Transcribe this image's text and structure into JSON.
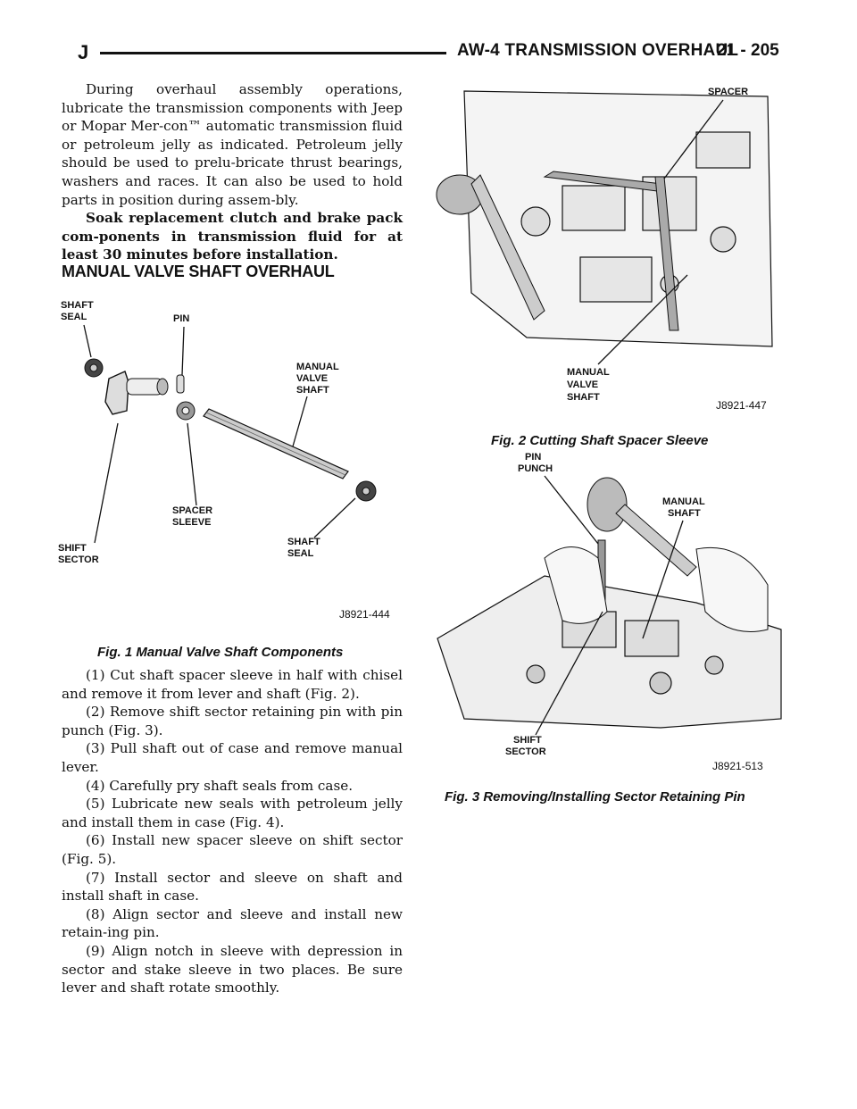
{
  "header": {
    "letter": "J",
    "title": "AW-4 TRANSMISSION OVERHAUL",
    "page": "21 - 205"
  },
  "intro": {
    "paragraph": "During overhaul assembly operations, lubricate the transmission components with Jeep or Mopar Mer-con™ automatic transmission fluid or petroleum jelly as indicated. Petroleum jelly should be used to prelu-bricate thrust bearings, washers and races. It can also be used to hold parts in position during assem-bly.",
    "bold_note": "Soak replacement clutch and brake pack com-ponents in transmission fluid for at least 30 minutes before installation."
  },
  "section_title": "MANUAL VALVE SHAFT OVERHAUL",
  "fig1": {
    "labels": {
      "shaft_seal_top_1": "SHAFT",
      "shaft_seal_top_2": "SEAL",
      "pin": "PIN",
      "manual_1": "MANUAL",
      "manual_2": "VALVE",
      "manual_3": "SHAFT",
      "spacer_1": "SPACER",
      "spacer_2": "SLEEVE",
      "shift_1": "SHIFT",
      "shift_2": "SECTOR",
      "shaft_seal_bot_1": "SHAFT",
      "shaft_seal_bot_2": "SEAL"
    },
    "id": "J8921-444",
    "caption": "Fig. 1 Manual Valve Shaft Components"
  },
  "steps": [
    "(1) Cut shaft spacer sleeve in half with chisel and remove it from lever and shaft (Fig. 2).",
    "(2) Remove shift sector retaining pin with pin punch (Fig. 3).",
    "(3) Pull shaft out of case and remove manual lever.",
    "(4) Carefully pry shaft seals from case.",
    "(5) Lubricate new seals with petroleum jelly and install them in case (Fig. 4).",
    "(6) Install new spacer sleeve on shift sector (Fig. 5).",
    "(7) Install sector and sleeve on shaft and install shaft in case.",
    "(8) Align sector and sleeve and install new retain-ing pin.",
    "(9) Align notch in sleeve with depression in sector and stake sleeve in two places. Be sure lever and shaft rotate smoothly."
  ],
  "fig2": {
    "labels": {
      "spacer": "SPACER",
      "manual_1": "MANUAL",
      "manual_2": "VALVE",
      "manual_3": "SHAFT"
    },
    "id": "J8921-447",
    "caption": "Fig. 2 Cutting Shaft Spacer Sleeve"
  },
  "fig3": {
    "labels": {
      "pin_1": "PIN",
      "pin_2": "PUNCH",
      "manual_1": "MANUAL",
      "manual_2": "SHAFT",
      "shift_1": "SHIFT",
      "shift_2": "SECTOR"
    },
    "id": "J8921-513",
    "caption": "Fig. 3 Removing/Installing Sector Retaining Pin"
  }
}
